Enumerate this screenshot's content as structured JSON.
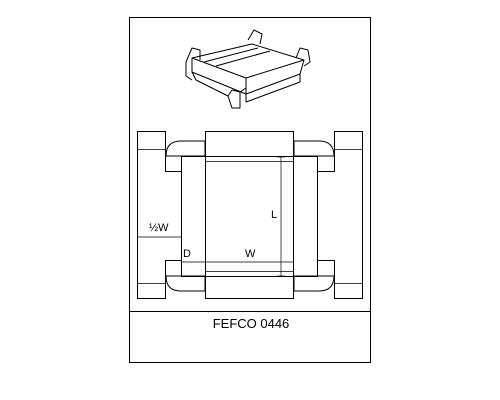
{
  "diagram": {
    "caption": "FEFCO 0446",
    "labels": {
      "length": "L",
      "width": "W",
      "depth": "D",
      "half_width": "½W"
    }
  }
}
